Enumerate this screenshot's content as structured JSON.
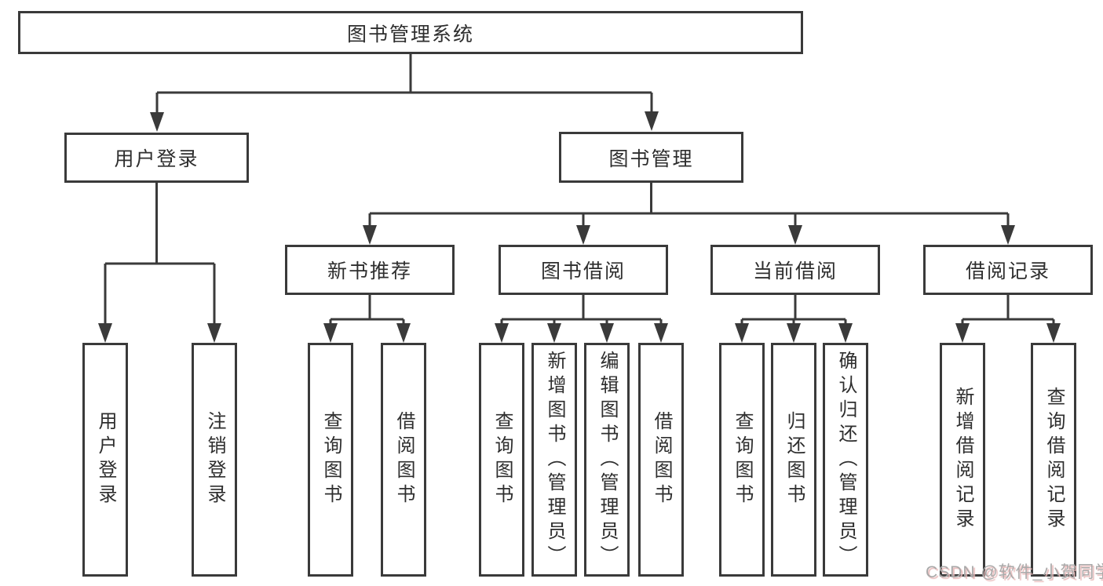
{
  "diagram": {
    "title_note": "functional structure tree of a library management system",
    "root": {
      "label": "图书管理系统"
    },
    "children": [
      {
        "label": "用户登录",
        "children": [
          {
            "label": "用户登录"
          },
          {
            "label": "注销登录"
          }
        ]
      },
      {
        "label": "图书管理",
        "children": [
          {
            "label": "新书推荐",
            "children": [
              {
                "label": "查询图书"
              },
              {
                "label": "借阅图书"
              }
            ]
          },
          {
            "label": "图书借阅",
            "children": [
              {
                "label": "查询图书"
              },
              {
                "label": "新增图书（管理员）"
              },
              {
                "label": "编辑图书（管理员）"
              },
              {
                "label": "借阅图书"
              }
            ]
          },
          {
            "label": "当前借阅",
            "children": [
              {
                "label": "查询图书"
              },
              {
                "label": "归还图书"
              },
              {
                "label": "确认归还（管理员）"
              }
            ]
          },
          {
            "label": "借阅记录",
            "children": [
              {
                "label": "新增借阅记录"
              },
              {
                "label": "查询借阅记录"
              }
            ]
          }
        ]
      }
    ]
  },
  "watermark": {
    "label": "CSDN @软件_小贺同学"
  },
  "colors": {
    "line": "#3a3a3a",
    "text": "#2e2e2e",
    "watermark": "#a9a9a9",
    "watermark_shadow": "#e8b9b9"
  }
}
